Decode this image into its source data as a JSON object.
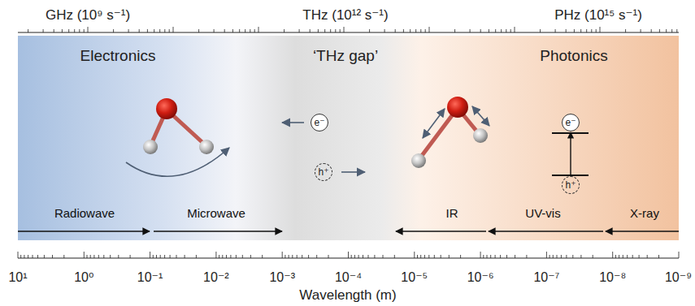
{
  "diagram": {
    "nodes": [
      {
        "text": [
          "e⁻"
        ]
      },
      {
        "text": [
          "h⁺"
        ]
      },
      {
        "text": [
          "e⁻"
        ]
      },
      {
        "text": [
          "h⁺"
        ]
      }
    ],
    "edges": [
      {
        "from": 3,
        "to": 2,
        "arrow": "to"
      }
    ],
    "labels": [
      "GHz (10⁹ s⁻¹)",
      "THz (10¹² s⁻¹)",
      "PHz (10¹⁵ s⁻¹)",
      "Electronics",
      "‘THz gap’",
      "Photonics",
      "Radiowave",
      "Microwave",
      "IR",
      "UV-vis",
      "X-ray",
      "10¹",
      "10⁰",
      "10⁻¹",
      "10⁻²",
      "10⁻³",
      "10⁻⁴",
      "10⁻⁵",
      "10⁻⁶",
      "10⁻⁷",
      "10⁻⁸",
      "10⁻⁹",
      "Wavelength (m)"
    ]
  }
}
